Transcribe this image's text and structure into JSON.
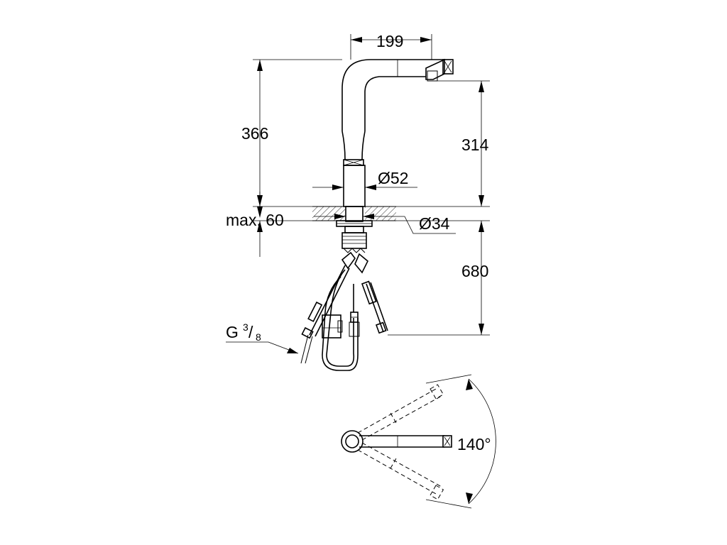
{
  "dimensions": {
    "spout_reach": "199",
    "overall_height": "366",
    "spout_height": "314",
    "body_diameter": "Ø52",
    "counter_thickness": "max. 60",
    "hole_diameter": "Ø34",
    "hose_length": "680",
    "connection_thread_base": "G",
    "connection_thread_num": "3",
    "connection_thread_den": "8",
    "swivel_angle": "140°"
  }
}
